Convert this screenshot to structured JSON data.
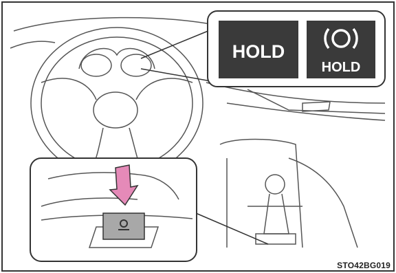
{
  "indicator": {
    "hold_text_label": "HOLD",
    "hold_icon_label": "HOLD"
  },
  "figure": {
    "code": "STO42BG019"
  },
  "colors": {
    "indicator_bg": "#3a3a3a",
    "arrow_fill": "#e58ab8",
    "switch_fill": "#a8a8a8",
    "line": "#555555"
  },
  "icons": [
    "brake-hold-icon",
    "press-arrow-icon",
    "brake-hold-switch-icon"
  ]
}
